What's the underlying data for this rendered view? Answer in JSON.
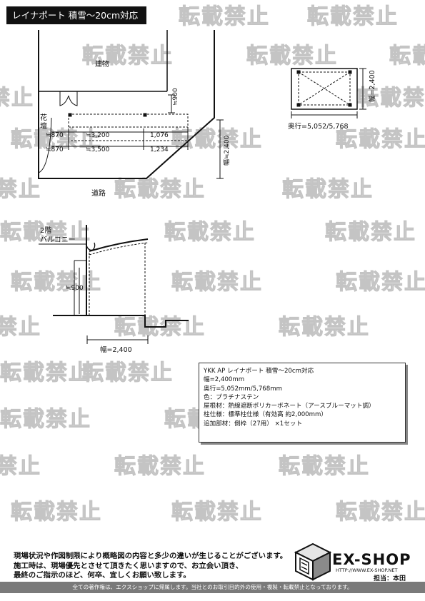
{
  "title": "レイナポート 積雪～20cm対応",
  "watermark": "転載禁止",
  "plan": {
    "building": "建物",
    "flowerbed": [
      "花",
      "壇"
    ],
    "road": "道路",
    "dim_900": "≒900",
    "row1": [
      "≒870",
      "≒3,200",
      "1,076"
    ],
    "row2": [
      "≒870",
      "≒3,500",
      "1,234"
    ],
    "width": "幅≒2,400"
  },
  "top_view": {
    "depth": "奥行=5,052/5,768",
    "width": "幅=2,400"
  },
  "side": {
    "balcony": [
      "2階",
      "バルコニー"
    ],
    "height": "≒900",
    "width": "幅=2,400"
  },
  "spec": {
    "lines": [
      "YKK AP レイナポート 積雪～20cm対応",
      "幅=2,400mm",
      "奥行=5,052mm/5,768mm",
      "色：プラチナステン",
      "屋根材：熱線遮断ポリカーボネート（アースブルーマット調）",
      "柱仕様：標準柱仕様（有効高 約2,000mm）",
      "追加部材：側枠（27用） ×1セット"
    ]
  },
  "notice": [
    "現場状況や作図制限により概略図の内容と多少の違いが生じることがございます。",
    "施工時は、現場優先とさせて頂きたく思いますので、お立会い頂き、",
    "最終のご指示のほど、何卒、宜しくお願い致します。"
  ],
  "brand": {
    "name": "EX-SHOP",
    "url": "HTTP://WWW.EX-SHOP.NET",
    "staff": "担当：本田"
  },
  "footer": "全ての著作権は、エクスショップに帰属します。当社とのお取引目的外の使用・複製・転載禁止となっております。"
}
